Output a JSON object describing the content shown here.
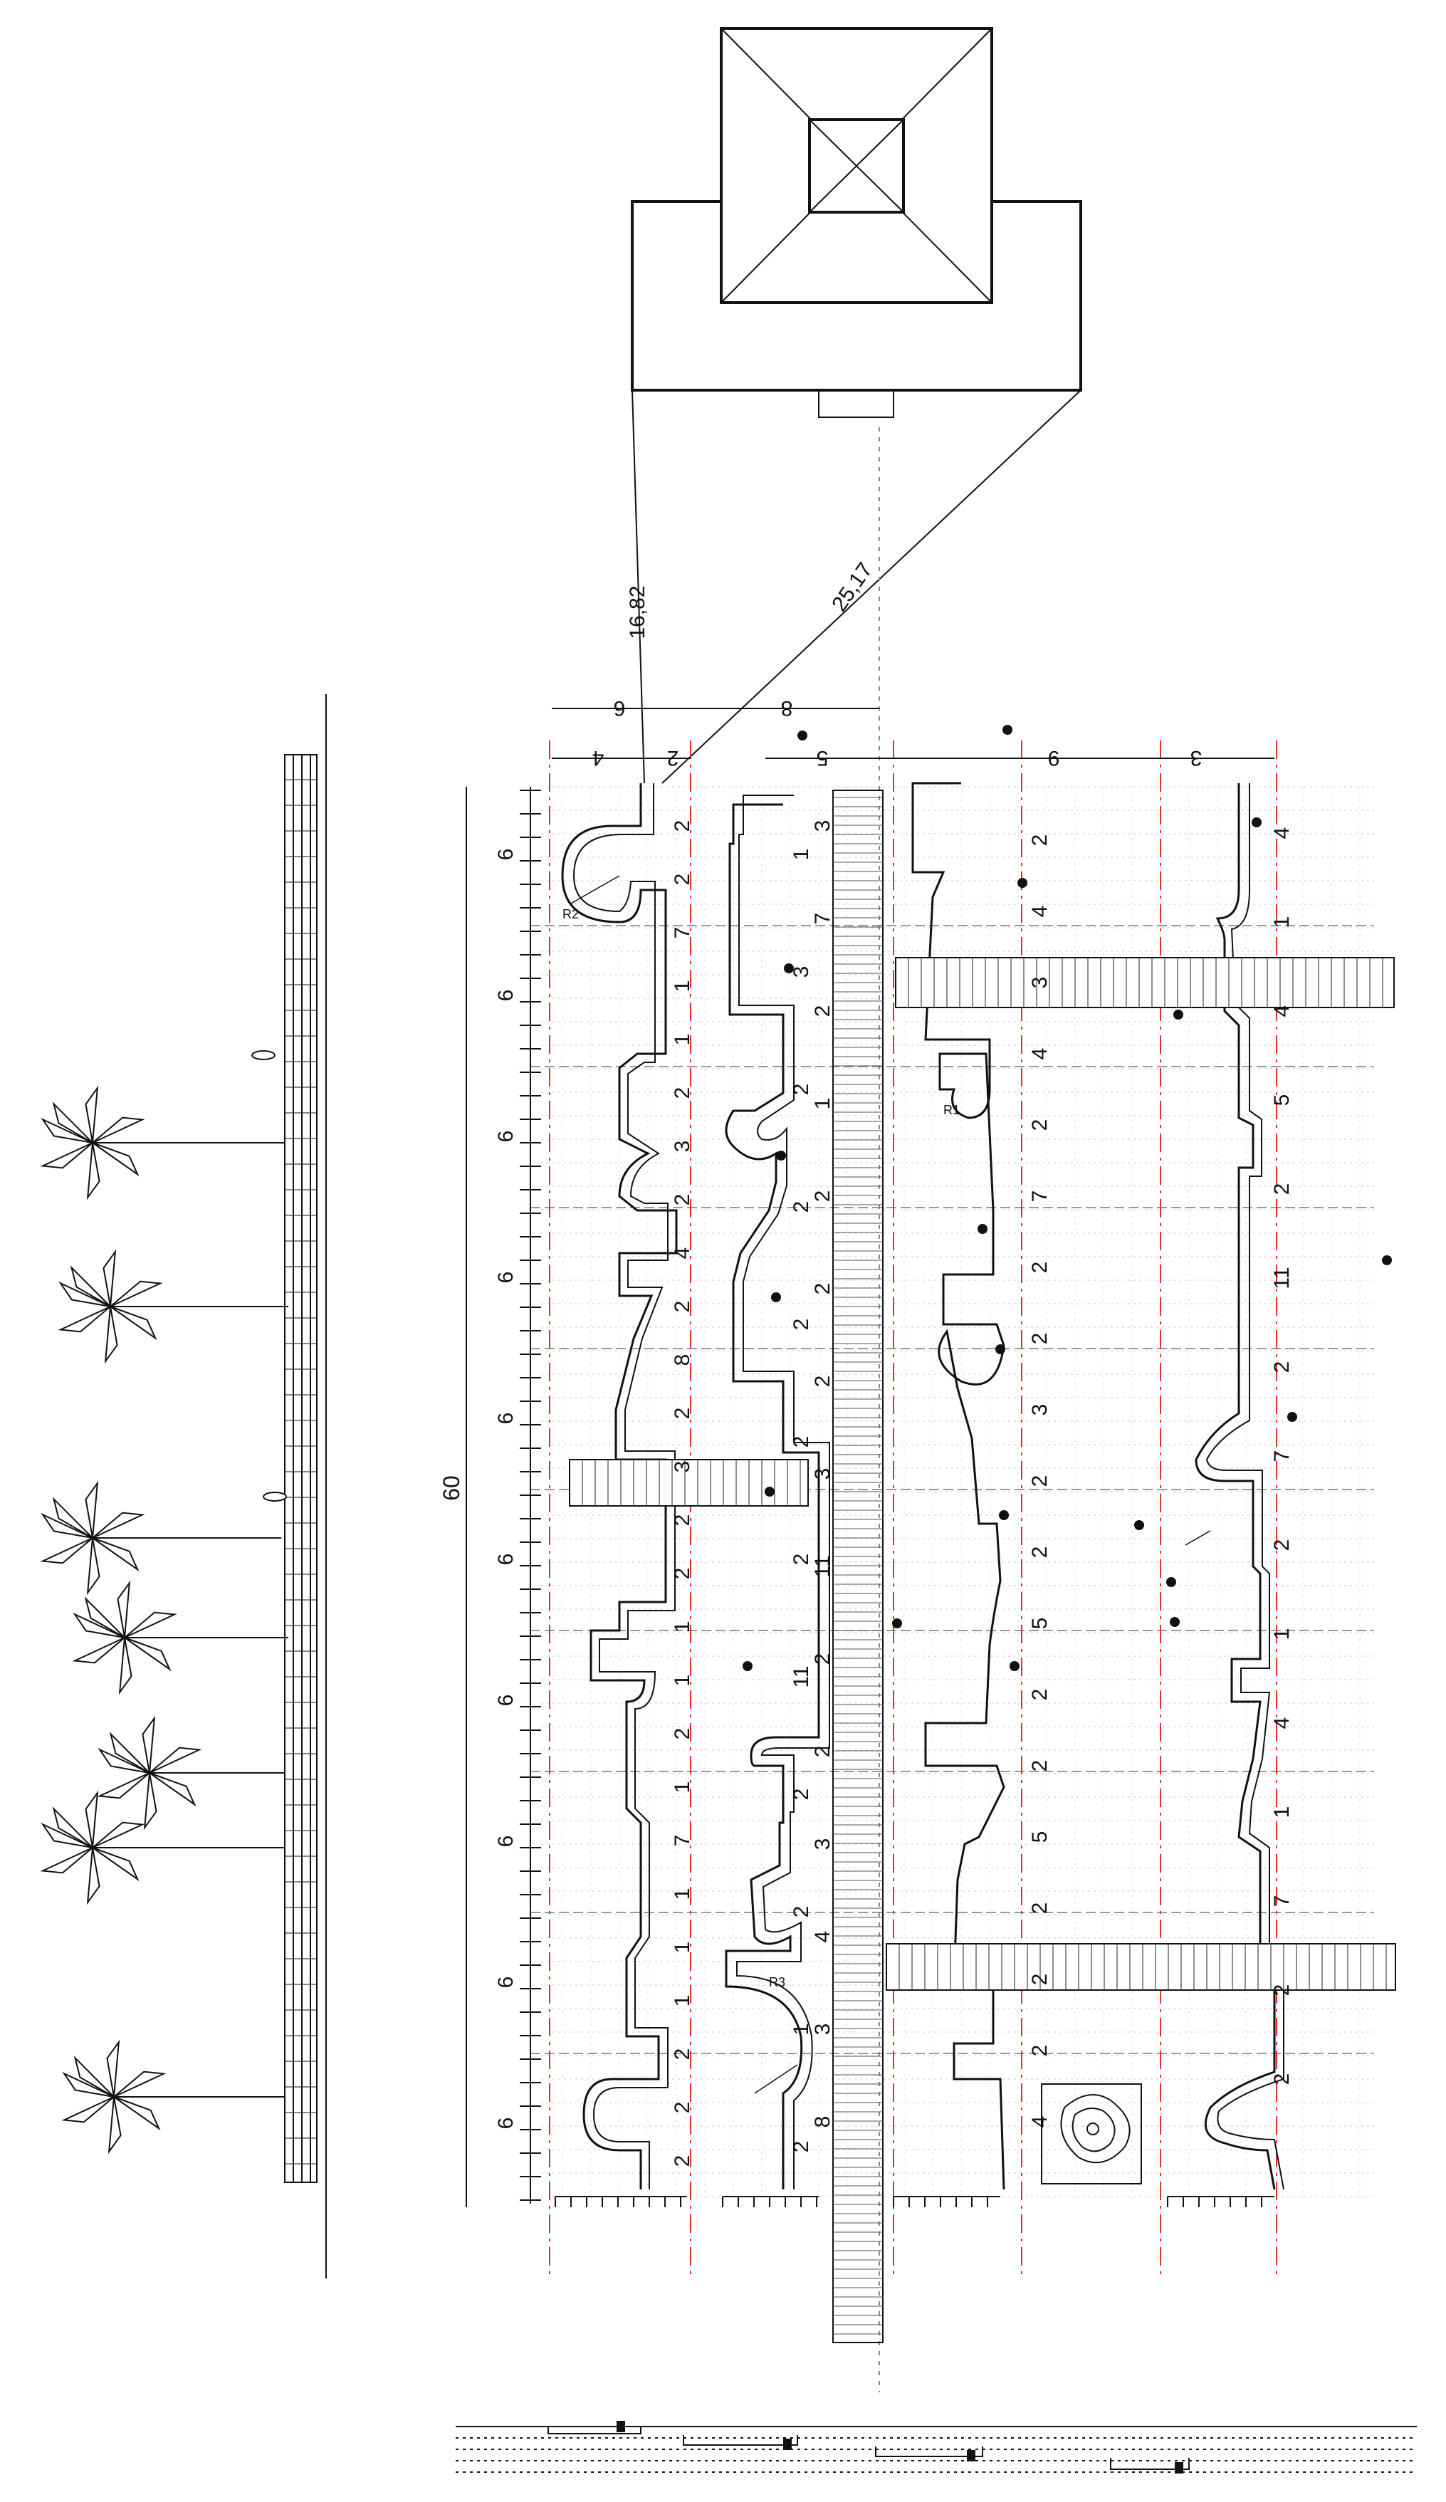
{
  "top_dimensions": {
    "left_pair": [
      "6",
      "4",
      "2"
    ],
    "middle": [
      "8",
      "5"
    ],
    "right": [
      "9",
      "3"
    ]
  },
  "diagonal_labels": [
    "16,82",
    "25,17"
  ],
  "overall_length": "60",
  "left_axis_labels": [
    "6",
    "6",
    "6",
    "6",
    "6",
    "6",
    "6",
    "6",
    "6",
    "6"
  ],
  "column1_labels": [
    "2",
    "2",
    "7",
    "1",
    "1",
    "2",
    "3",
    "2",
    "4",
    "2",
    "8",
    "2",
    "3",
    "2",
    "2",
    "1",
    "1",
    "2",
    "1",
    "7",
    "1",
    "1",
    "1",
    "2",
    "2",
    "2"
  ],
  "column2_labels": [
    "1",
    "3",
    "2",
    "2",
    "2",
    "2",
    "2",
    "11",
    "2",
    "2",
    "1",
    "2"
  ],
  "center_band_labels": [
    "3",
    "7",
    "2",
    "1",
    "2",
    "2",
    "2",
    "3",
    "11",
    "2",
    "2",
    "3",
    "4",
    "3",
    "8"
  ],
  "column3_labels": [
    "2",
    "4",
    "3",
    "4",
    "2",
    "7",
    "2",
    "2",
    "3",
    "2",
    "2",
    "5",
    "2",
    "2",
    "5",
    "2",
    "2",
    "2",
    "4"
  ],
  "column4_labels": [
    "4",
    "1",
    "4",
    "5",
    "2",
    "11",
    "2",
    "7",
    "2",
    "1",
    "4",
    "1",
    "7",
    "2",
    "2"
  ],
  "radius_labels": [
    "R1",
    "R2",
    "R3"
  ],
  "colors": {
    "line": "#111111",
    "red_axis": "#e03030",
    "grid": "#bdbdbd"
  }
}
